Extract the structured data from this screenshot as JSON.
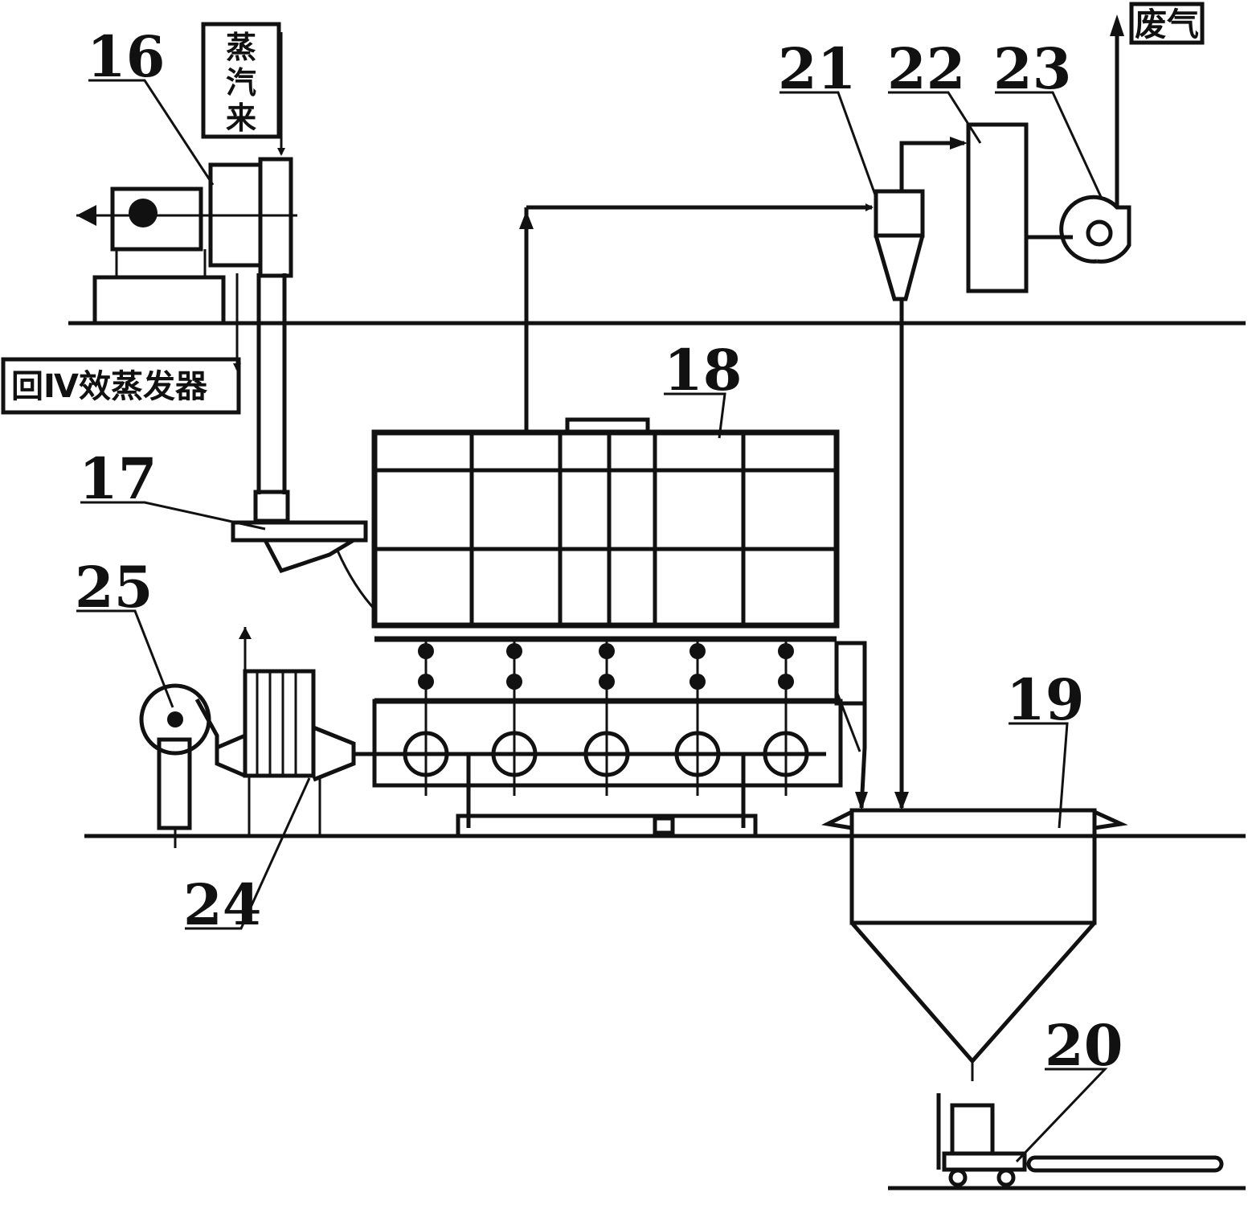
{
  "labels": {
    "n16": "16",
    "n17": "17",
    "n18": "18",
    "n19": "19",
    "n20": "20",
    "n21": "21",
    "n22": "22",
    "n23": "23",
    "n24": "24",
    "n25": "25"
  },
  "texts": {
    "steam_in_char1": "蒸",
    "steam_in_char2": "汽",
    "steam_in_char3": "来",
    "return_evaporator": "回Ⅳ效蒸发器",
    "exhaust": "废气"
  }
}
